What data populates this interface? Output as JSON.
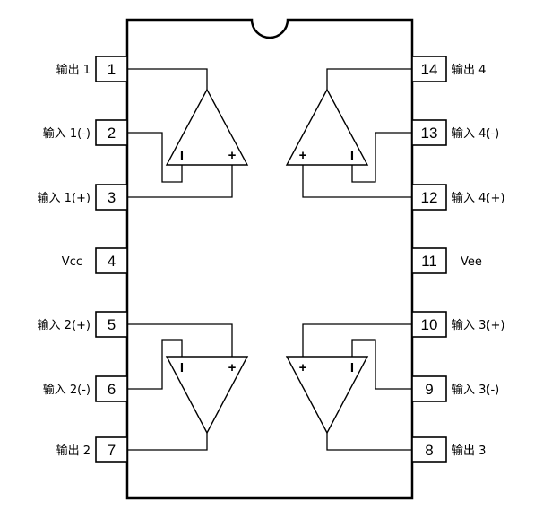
{
  "ic": {
    "pins": [
      {
        "number": "1",
        "label": "输出 1"
      },
      {
        "number": "2",
        "label": "输入 1(-)"
      },
      {
        "number": "3",
        "label": "输入 1(+)"
      },
      {
        "number": "4",
        "label": "Vcc"
      },
      {
        "number": "5",
        "label": "输入 2(+)"
      },
      {
        "number": "6",
        "label": "输入 2(-)"
      },
      {
        "number": "7",
        "label": "输出 2"
      },
      {
        "number": "8",
        "label": "输出 3"
      },
      {
        "number": "9",
        "label": "输入 3(-)"
      },
      {
        "number": "10",
        "label": "输入 3(+)"
      },
      {
        "number": "11",
        "label": "Vee"
      },
      {
        "number": "12",
        "label": "输入 4(+)"
      },
      {
        "number": "13",
        "label": "输入 4(-)"
      },
      {
        "number": "14",
        "label": "输出 4"
      }
    ],
    "symbols": {
      "inverting": "I",
      "non_inverting": "+"
    }
  }
}
